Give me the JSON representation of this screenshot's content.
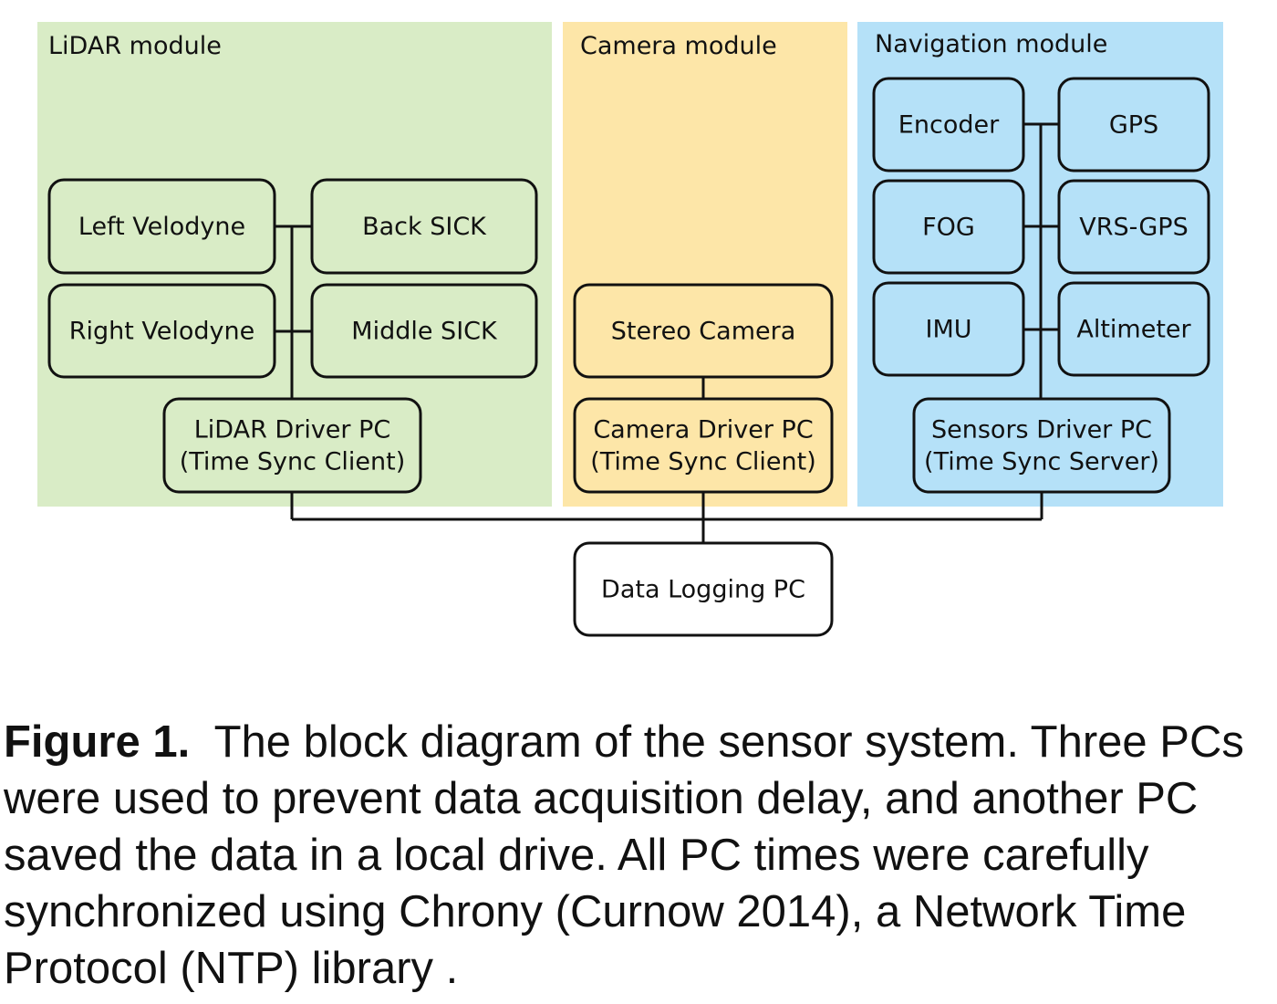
{
  "modules": {
    "lidar": {
      "title": "LiDAR module",
      "color": "#d9ecc6"
    },
    "camera": {
      "title": "Camera module",
      "color": "#fde6a8"
    },
    "nav": {
      "title": "Navigation module",
      "color": "#b5e1f8"
    }
  },
  "nodes": {
    "left_velodyne": [
      "Left Velodyne"
    ],
    "back_sick": [
      "Back SICK"
    ],
    "right_velodyne": [
      "Right Velodyne"
    ],
    "middle_sick": [
      "Middle SICK"
    ],
    "lidar_pc": [
      "LiDAR Driver PC",
      "(Time Sync Client)"
    ],
    "stereo_camera": [
      "Stereo Camera"
    ],
    "camera_pc": [
      "Camera Driver PC",
      "(Time Sync Client)"
    ],
    "encoder": [
      "Encoder"
    ],
    "gps": [
      "GPS"
    ],
    "fog": [
      "FOG"
    ],
    "vrs_gps": [
      "VRS-GPS"
    ],
    "imu": [
      "IMU"
    ],
    "altimeter": [
      "Altimeter"
    ],
    "sensors_pc": [
      "Sensors Driver PC",
      "(Time Sync Server)"
    ],
    "logging_pc": [
      "Data Logging PC"
    ]
  },
  "caption": {
    "label": "Figure 1.",
    "text": "The block diagram of the sensor system. Three PCs were used to prevent data acquisition delay, and another PC saved the data in a local drive. All PC times were carefully synchronized using Chrony (Curnow 2014), a Network Time Protocol (NTP) library ."
  }
}
